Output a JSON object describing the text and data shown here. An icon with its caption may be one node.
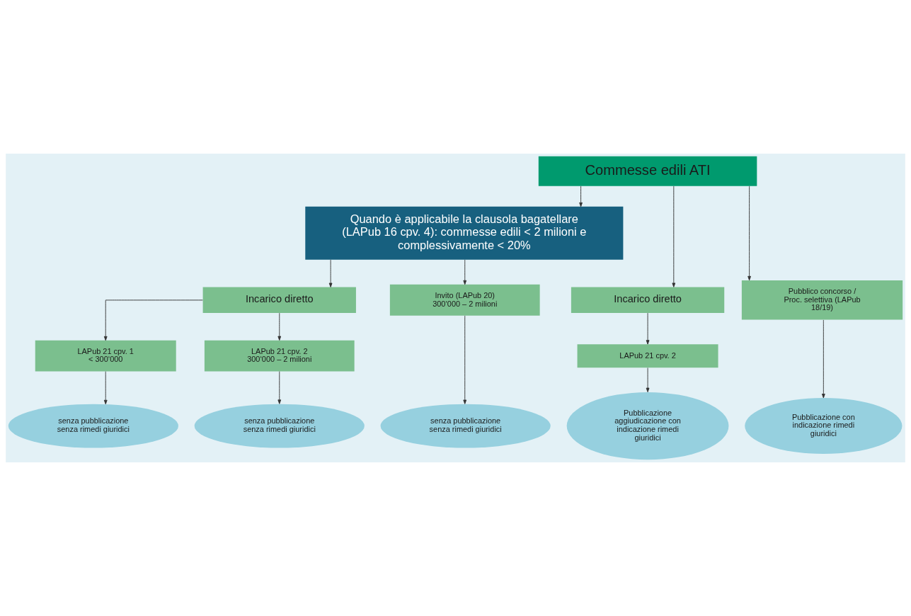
{
  "diagram": {
    "nodes": [
      {
        "text": [
          "Commesse edili ATI"
        ]
      },
      {
        "text": [
          "Quando è applicabile la clausola bagatellare (LAPub 16 cpv. 4): commesse edili < 2 milioni e complessivamente < 20%"
        ]
      },
      {
        "text": [
          "Incarico diretto"
        ]
      },
      {
        "text": [
          "Invito (LAPub 20)",
          "300‘000 – 2 milioni"
        ]
      },
      {
        "text": [
          "Incarico diretto"
        ]
      },
      {
        "text": [
          "Pubblico concorso / Proc. selettiva (LAPub 18/19)"
        ]
      },
      {
        "text": [
          "LAPub 21 cpv. 1",
          "< 300‘000"
        ]
      },
      {
        "text": [
          "LAPub 21 cpv. 2",
          "300‘000 – 2 milioni"
        ]
      },
      {
        "text": [
          "LAPub 21 cpv. 2"
        ]
      },
      {
        "text": [
          "senza pubblicazione senza rimedi giuridici"
        ]
      },
      {
        "text": [
          "senza pubblicazione senza rimedi giuridici"
        ]
      },
      {
        "text": [
          "senza pubblicazione senza rimedi giuridici"
        ]
      },
      {
        "text": [
          "Pubblicazione aggiudicazione con indicazione rimedi giuridici"
        ]
      },
      {
        "text": [
          "Pubblicazione con indicazione rimedi giuridici"
        ]
      }
    ],
    "edges": [
      {
        "from": 0,
        "to": 1,
        "arrow": "to"
      },
      {
        "from": 0,
        "to": 4,
        "arrow": "to"
      },
      {
        "from": 0,
        "to": 5,
        "arrow": "to"
      },
      {
        "from": 1,
        "to": 2,
        "arrow": "to"
      },
      {
        "from": 1,
        "to": 3,
        "arrow": "to"
      },
      {
        "from": 2,
        "to": 6,
        "arrow": "to"
      },
      {
        "from": 2,
        "to": 7,
        "arrow": "to"
      },
      {
        "from": 6,
        "to": 9,
        "arrow": "to"
      },
      {
        "from": 7,
        "to": 10,
        "arrow": "to"
      },
      {
        "from": 3,
        "to": 11,
        "arrow": "to"
      },
      {
        "from": 4,
        "to": 8,
        "arrow": "to"
      },
      {
        "from": 8,
        "to": 12,
        "arrow": "to"
      },
      {
        "from": 5,
        "to": 13,
        "arrow": "to"
      }
    ]
  }
}
